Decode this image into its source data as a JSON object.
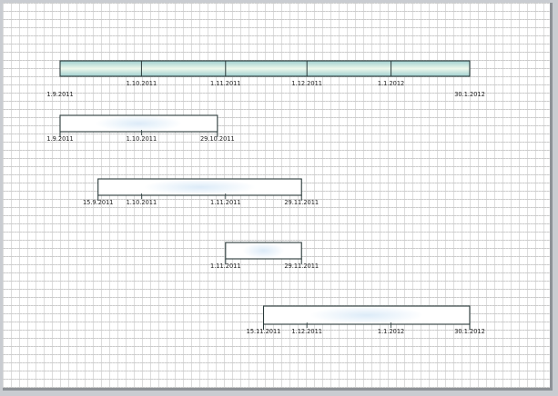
{
  "timeline": {
    "axis_start": "1.9.2011",
    "axis_end": "30.1.2012",
    "colors": {
      "bar_border": "#2a3a3a",
      "main_fill_edge": "#9fcfcf",
      "main_fill_center": "#eef8ec",
      "interval_fill_edge": "#ffffff",
      "interval_fill_center": "#dcebf8",
      "text": "#222222"
    },
    "bars": [
      {
        "name": "main-timeline",
        "style": "main",
        "start": "1.9.2011",
        "end": "30.1.2012",
        "dividers": [
          "1.10.2011",
          "1.11.2011",
          "1.12.2011",
          "1.1.2012"
        ],
        "labels": [
          {
            "text": "1.9.2011",
            "pos": "start"
          },
          {
            "text": "1.10.2011",
            "pos": "mid"
          },
          {
            "text": "1.11.2011",
            "pos": "mid"
          },
          {
            "text": "1.12.2011",
            "pos": "mid"
          },
          {
            "text": "1.1.2012",
            "pos": "mid"
          },
          {
            "text": "30.1.2012",
            "pos": "end"
          }
        ]
      },
      {
        "name": "interval-1",
        "style": "interval",
        "start": "1.9.2011",
        "end": "29.10.2011",
        "ticks": [
          "1.10.2011"
        ],
        "labels": [
          {
            "text": "1.9.2011",
            "pos": "start"
          },
          {
            "text": "1.10.2011",
            "pos": "mid"
          },
          {
            "text": "29.10.2011",
            "pos": "end"
          }
        ]
      },
      {
        "name": "interval-2",
        "style": "interval",
        "start": "15.9.2011",
        "end": "29.11.2011",
        "ticks": [
          "1.10.2011",
          "1.11.2011"
        ],
        "labels": [
          {
            "text": "15.9.2011",
            "pos": "start"
          },
          {
            "text": "1.10.2011",
            "pos": "mid"
          },
          {
            "text": "1.11.2011",
            "pos": "mid"
          },
          {
            "text": "29.11.2011",
            "pos": "end"
          }
        ]
      },
      {
        "name": "interval-3",
        "style": "interval",
        "start": "1.11.2011",
        "end": "29.11.2011",
        "ticks": [],
        "labels": [
          {
            "text": "1.11.2011",
            "pos": "start"
          },
          {
            "text": "29.11.2011",
            "pos": "end"
          }
        ]
      },
      {
        "name": "interval-4",
        "style": "interval",
        "start": "15.11.2011",
        "end": "30.1.2012",
        "ticks": [
          "1.12.2011",
          "1.1.2012"
        ],
        "labels": [
          {
            "text": "15.11.2011",
            "pos": "start"
          },
          {
            "text": "1.12.2011",
            "pos": "mid"
          },
          {
            "text": "1.1.2012",
            "pos": "mid"
          },
          {
            "text": "30.1.2012",
            "pos": "end"
          }
        ]
      }
    ]
  }
}
